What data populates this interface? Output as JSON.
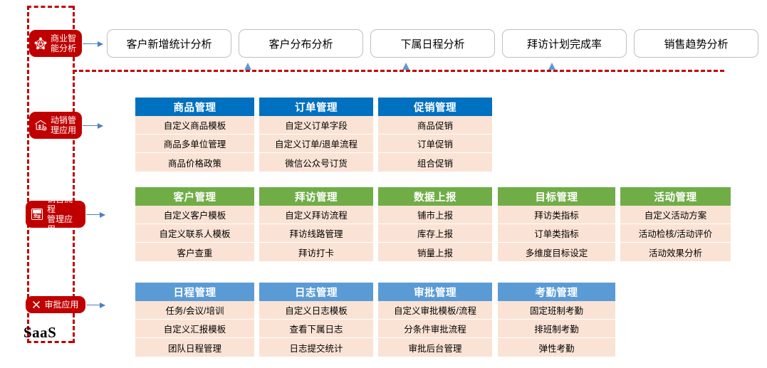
{
  "diagram": {
    "platform_label": "SaaS",
    "colors": {
      "brand_red": "#c00000",
      "header_blue": "#0070c0",
      "header_green": "#70ad47",
      "header_light_blue": "#5b9bd5",
      "cell_peach": "#fae3d5",
      "arrow_blue": "#4f81bd"
    }
  },
  "rails": [
    {
      "id": "bi",
      "label": "商业智\n能分析",
      "icon": "network-graph-icon"
    },
    {
      "id": "promotion",
      "label": "动销管\n理应用",
      "icon": "store-house-icon"
    },
    {
      "id": "sales",
      "label": "销售流程\n管理应用",
      "icon": "sale-tag-icon"
    },
    {
      "id": "approval",
      "label": "审批应用",
      "icon": "check-cross-icon"
    }
  ],
  "bi_row": {
    "boxes": [
      {
        "label": "客户新增统计分析"
      },
      {
        "label": "客户分布分析"
      },
      {
        "label": "下属日程分析"
      },
      {
        "label": "拜访计划完成率"
      },
      {
        "label": "销售趋势分析"
      }
    ]
  },
  "sections": [
    {
      "id": "promotion",
      "header_style": "head-blue",
      "columns": [
        {
          "title": "商品管理",
          "items": [
            "自定义商品模板",
            "商品多单位管理",
            "商品价格政策"
          ]
        },
        {
          "title": "订单管理",
          "items": [
            "自定义订单字段",
            "自定义订单/退单流程",
            "微信公众号订货"
          ]
        },
        {
          "title": "促销管理",
          "items": [
            "商品促销",
            "订单促销",
            "组合促销"
          ]
        }
      ]
    },
    {
      "id": "sales",
      "header_style": "head-green",
      "columns": [
        {
          "title": "客户管理",
          "items": [
            "自定义客户模板",
            "自定义联系人模板",
            "客户查重"
          ]
        },
        {
          "title": "拜访管理",
          "items": [
            "自定义拜访流程",
            "拜访线路管理",
            "拜访打卡"
          ]
        },
        {
          "title": "数据上报",
          "items": [
            "铺市上报",
            "库存上报",
            "销量上报"
          ]
        },
        {
          "title": "目标管理",
          "items": [
            "拜访类指标",
            "订单类指标",
            "多维度目标设定"
          ]
        },
        {
          "title": "活动管理",
          "items": [
            "自定义活动方案",
            "活动检核/活动评价",
            "活动效果分析"
          ]
        }
      ]
    },
    {
      "id": "approval",
      "header_style": "head-lblue",
      "columns": [
        {
          "title": "日程管理",
          "items": [
            "任务/会议/培训",
            "自定义汇报模板",
            "团队日程管理"
          ]
        },
        {
          "title": "日志管理",
          "items": [
            "自定义日志模板",
            "查看下属日志",
            "日志提交统计"
          ]
        },
        {
          "title": "审批管理",
          "items": [
            "自定义审批模板/流程",
            "分条件审批流程",
            "审批后台管理"
          ]
        },
        {
          "title": "考勤管理",
          "items": [
            "固定班制考勤",
            "排班制考勤",
            "弹性考勤"
          ]
        }
      ]
    }
  ]
}
